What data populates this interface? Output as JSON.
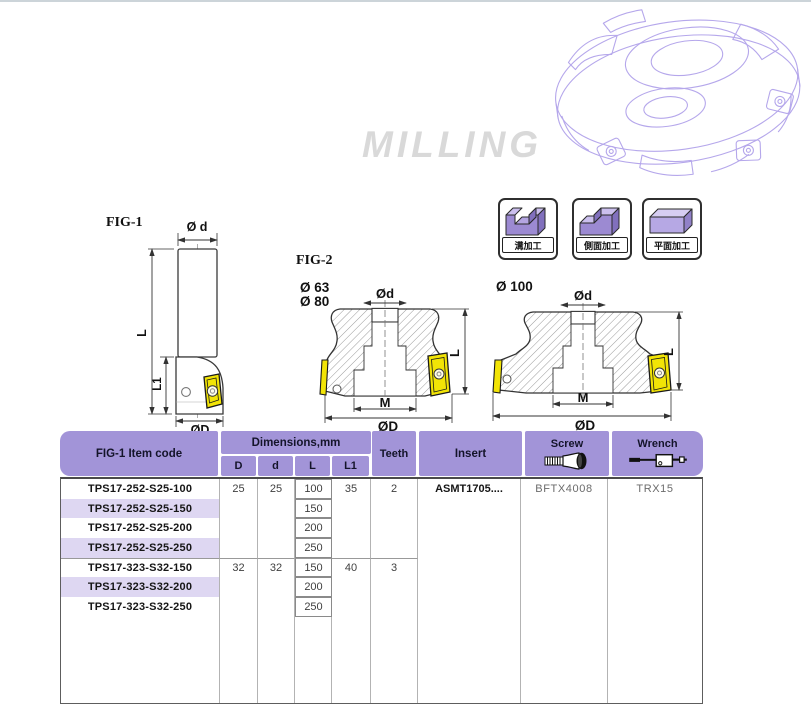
{
  "page": {
    "watermark": "MILLING"
  },
  "figures": {
    "fig1": {
      "title": "FIG-1",
      "dia_top": "Ø d",
      "len": "L",
      "len1": "L1",
      "dia_bottom": "ØD"
    },
    "fig2": {
      "title": "FIG-2",
      "dia63": "Ø 63",
      "dia80": "Ø 80",
      "dia100": "Ø 100",
      "left": {
        "dia_top": "Ød",
        "m": "M",
        "dia_bottom": "ØD",
        "len": "L"
      },
      "right": {
        "dia_top": "Ød",
        "m": "M",
        "dia_bottom": "ØD",
        "len": "L"
      }
    }
  },
  "machining_icons": [
    {
      "name": "groove-machining",
      "label": "溝加工"
    },
    {
      "name": "side-machining",
      "label": "側面加工"
    },
    {
      "name": "face-machining",
      "label": "平面加工"
    }
  ],
  "table": {
    "headers": {
      "item_code": "FIG-1 Item code",
      "dimensions": "Dimensions,mm",
      "col_D": "D",
      "col_d": "d",
      "col_L": "L",
      "col_L1": "L1",
      "teeth": "Teeth",
      "insert": "Insert",
      "screw": "Screw",
      "wrench": "Wrench"
    },
    "rows": [
      {
        "code": "TPS17-252-S25-100",
        "D": "25",
        "d": "25",
        "L": "100",
        "L1": "35",
        "teeth": "2",
        "insert": "ASMT1705....",
        "screw": "BFTX4008",
        "wrench": "TRX15",
        "shaded": false
      },
      {
        "code": "TPS17-252-S25-150",
        "D": "",
        "d": "",
        "L": "150",
        "L1": "",
        "teeth": "",
        "insert": "",
        "screw": "",
        "wrench": "",
        "shaded": true
      },
      {
        "code": "TPS17-252-S25-200",
        "D": "",
        "d": "",
        "L": "200",
        "L1": "",
        "teeth": "",
        "insert": "",
        "screw": "",
        "wrench": "",
        "shaded": false
      },
      {
        "code": "TPS17-252-S25-250",
        "D": "",
        "d": "",
        "L": "250",
        "L1": "",
        "teeth": "",
        "insert": "",
        "screw": "",
        "wrench": "",
        "shaded": true
      },
      {
        "code": "TPS17-323-S32-150",
        "D": "32",
        "d": "32",
        "L": "150",
        "L1": "40",
        "teeth": "3",
        "insert": "",
        "screw": "",
        "wrench": "",
        "shaded": false,
        "group_start": true
      },
      {
        "code": "TPS17-323-S32-200",
        "D": "",
        "d": "",
        "L": "200",
        "L1": "",
        "teeth": "",
        "insert": "",
        "screw": "",
        "wrench": "",
        "shaded": true
      },
      {
        "code": "TPS17-323-S32-250",
        "D": "",
        "d": "",
        "L": "250",
        "L1": "",
        "teeth": "",
        "insert": "",
        "screw": "",
        "wrench": "",
        "shaded": false
      }
    ]
  },
  "colors": {
    "header_purple": "#a294d8",
    "row_alt": "#ded7f2",
    "insert_yellow": "#f2e406",
    "wireframe": "#b5a7eb",
    "watermark": "#d9d9d9",
    "icon_purple": "#9c8ad2"
  }
}
